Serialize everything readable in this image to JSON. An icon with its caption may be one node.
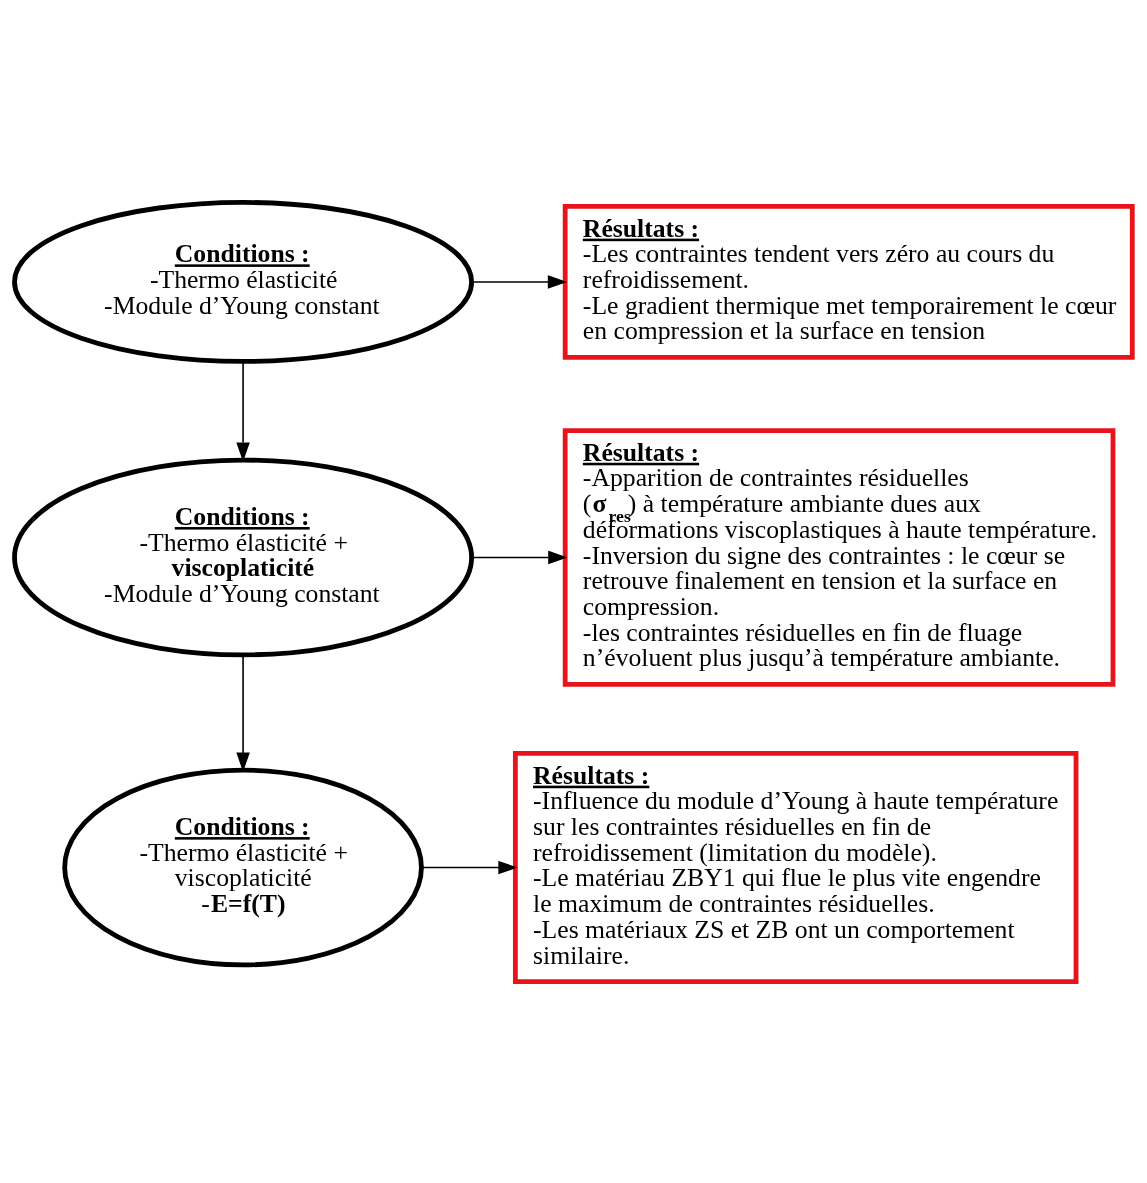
{
  "diagram": {
    "nodes": [
      {
        "text": [
          "Conditions :",
          "-Thermo élasticité",
          "-Module d’Young constant"
        ]
      },
      {
        "text": [
          "Résultats :",
          "-Les contraintes tendent vers zéro au cours du refroidissement.",
          "-Le gradient thermique met temporairement le cœur en compression et la surface en tension"
        ]
      },
      {
        "text": [
          "Conditions :",
          "-Thermo élasticité + **viscoplaticité**",
          "-Module d’Young constant"
        ]
      },
      {
        "text": [
          "Résultats :",
          "-Apparition de contraintes résiduelles (**σ$_{res}$**) à température ambiante dues aux déformations viscoplastiques à haute température.",
          "-Inversion du signe des contraintes : le cœur se retrouve finalement en tension et la surface en compression.",
          "-les contraintes résiduelles en fin de fluage n’évoluent plus jusqu’à température ambiante."
        ]
      },
      {
        "text": [
          "Conditions :",
          "-Thermo élasticité + viscoplaticité",
          "-**E=f(T)**"
        ]
      },
      {
        "text": [
          "Résultats :",
          "-Influence du module d’Young à haute température sur les contraintes résiduelles en fin de refroidissement (limitation du modèle).",
          "-Le matériau ZBY1 qui flue le plus vite engendre le maximum de contraintes résiduelles.",
          "-Les matériaux ZS et ZB ont un comportement similaire."
        ]
      }
    ],
    "edges": [
      {
        "from": 0,
        "to": 1,
        "arrow": "to"
      },
      {
        "from": 0,
        "to": 2,
        "arrow": "to"
      },
      {
        "from": 2,
        "to": 3,
        "arrow": "to"
      },
      {
        "from": 2,
        "to": 4,
        "arrow": "to"
      },
      {
        "from": 4,
        "to": 5,
        "arrow": "to"
      }
    ]
  }
}
